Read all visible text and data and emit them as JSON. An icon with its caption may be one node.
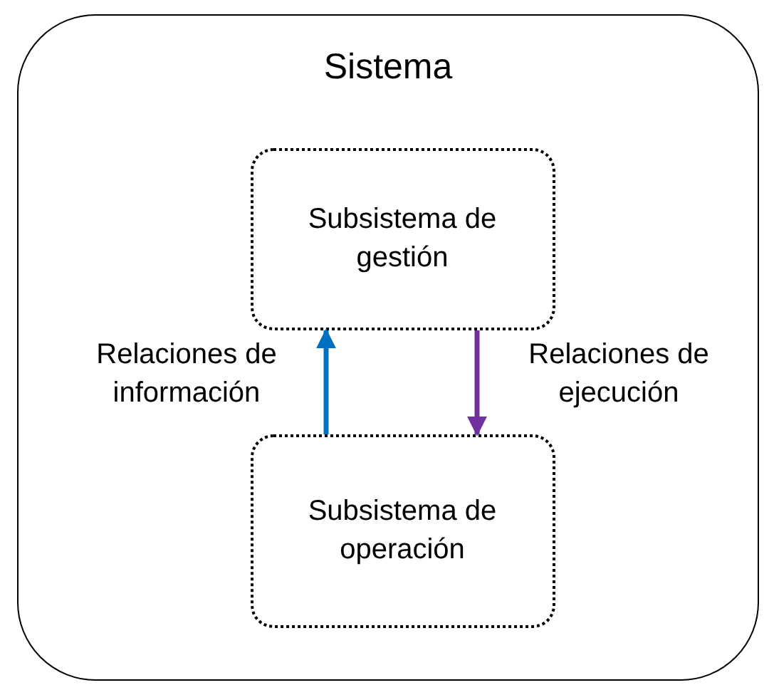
{
  "diagram": {
    "nodes": [
      {
        "text": [
          "Sistema"
        ]
      },
      {
        "text": [
          "Subsistema de gestión"
        ],
        "in": 0
      },
      {
        "text": [
          "Subsistema de operación"
        ],
        "in": 0
      }
    ],
    "edges": [
      {
        "from": 2,
        "to": 1,
        "arrow": "to",
        "label": "Relaciones de información",
        "color": "#0070c0"
      },
      {
        "from": 1,
        "to": 2,
        "arrow": "to",
        "label": "Relaciones de ejecución",
        "color": "#7030a0"
      }
    ]
  }
}
